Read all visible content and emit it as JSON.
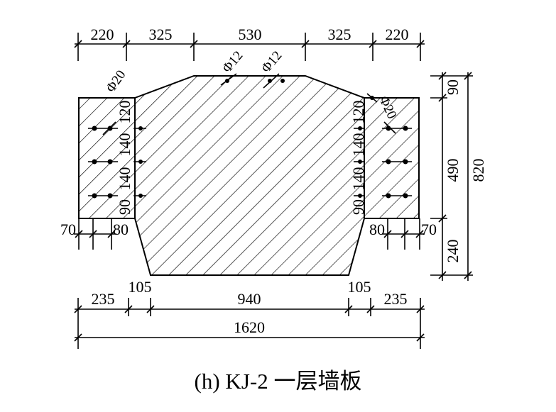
{
  "caption": "(h) KJ-2 一层墙板",
  "dimensions": {
    "top": [
      "220",
      "325",
      "530",
      "325",
      "220"
    ],
    "right": [
      "90",
      "490",
      "240"
    ],
    "right_total": "820",
    "left_bottom": [
      "70",
      "80"
    ],
    "right_bottom": [
      "80",
      "70"
    ],
    "left_spacing": [
      "120",
      "140",
      "140",
      "90"
    ],
    "right_spacing": [
      "120",
      "140",
      "140",
      "90"
    ],
    "bottom_row1": [
      "235",
      "105",
      "940",
      "105",
      "235"
    ],
    "bottom_total": "1620"
  },
  "rebar_labels": {
    "left_side": "Φ20",
    "top_left": "Φ12",
    "top_right": "Φ12",
    "right_side": "Φ20"
  }
}
